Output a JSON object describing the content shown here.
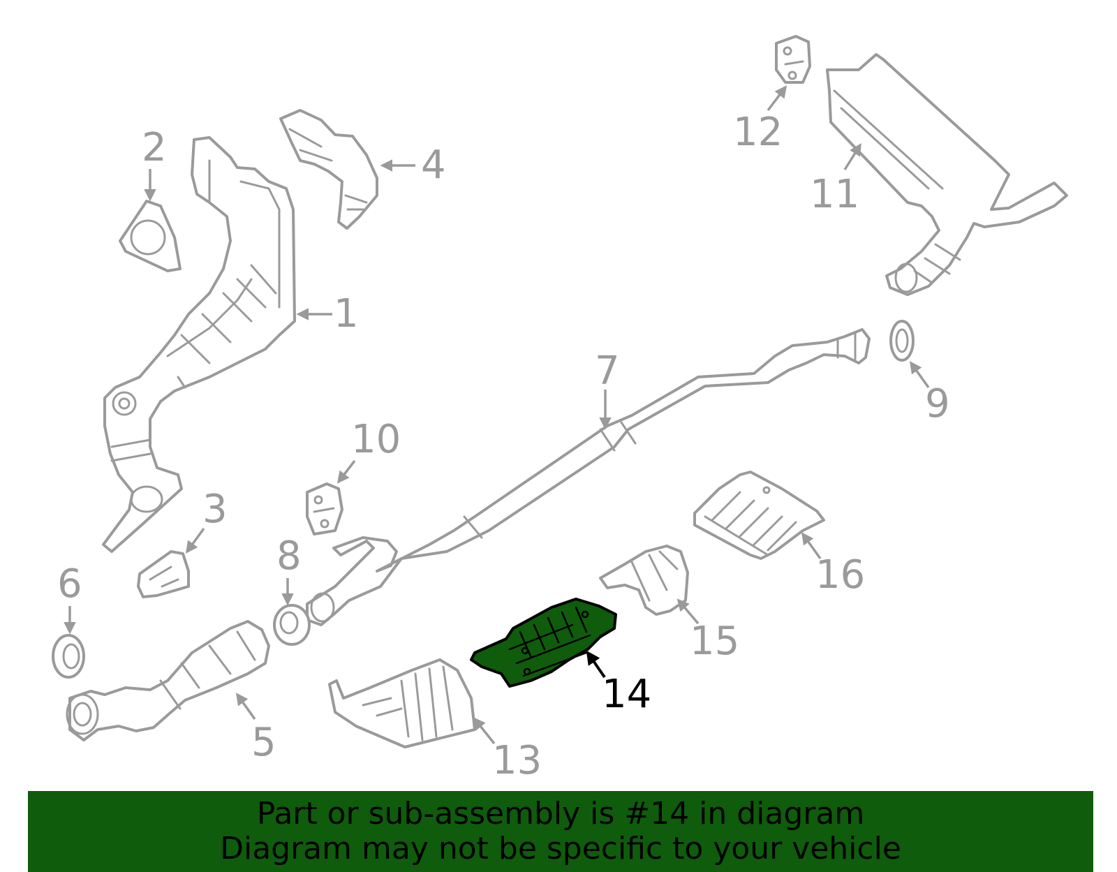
{
  "callouts": {
    "c1": "1",
    "c2": "2",
    "c3": "3",
    "c4": "4",
    "c5": "5",
    "c6": "6",
    "c7": "7",
    "c8": "8",
    "c9": "9",
    "c10": "10",
    "c11": "11",
    "c12": "12",
    "c13": "13",
    "c14": "14",
    "c15": "15",
    "c16": "16"
  },
  "highlighted_part": "14",
  "colors": {
    "highlight_fill": "#0f5c0c",
    "line_gray": "#9a9a9a",
    "banner_bg": "#0f5c0c"
  },
  "banner": {
    "line1": "Part or sub-assembly is #14 in diagram",
    "line2": "Diagram may not be specific to your vehicle"
  }
}
